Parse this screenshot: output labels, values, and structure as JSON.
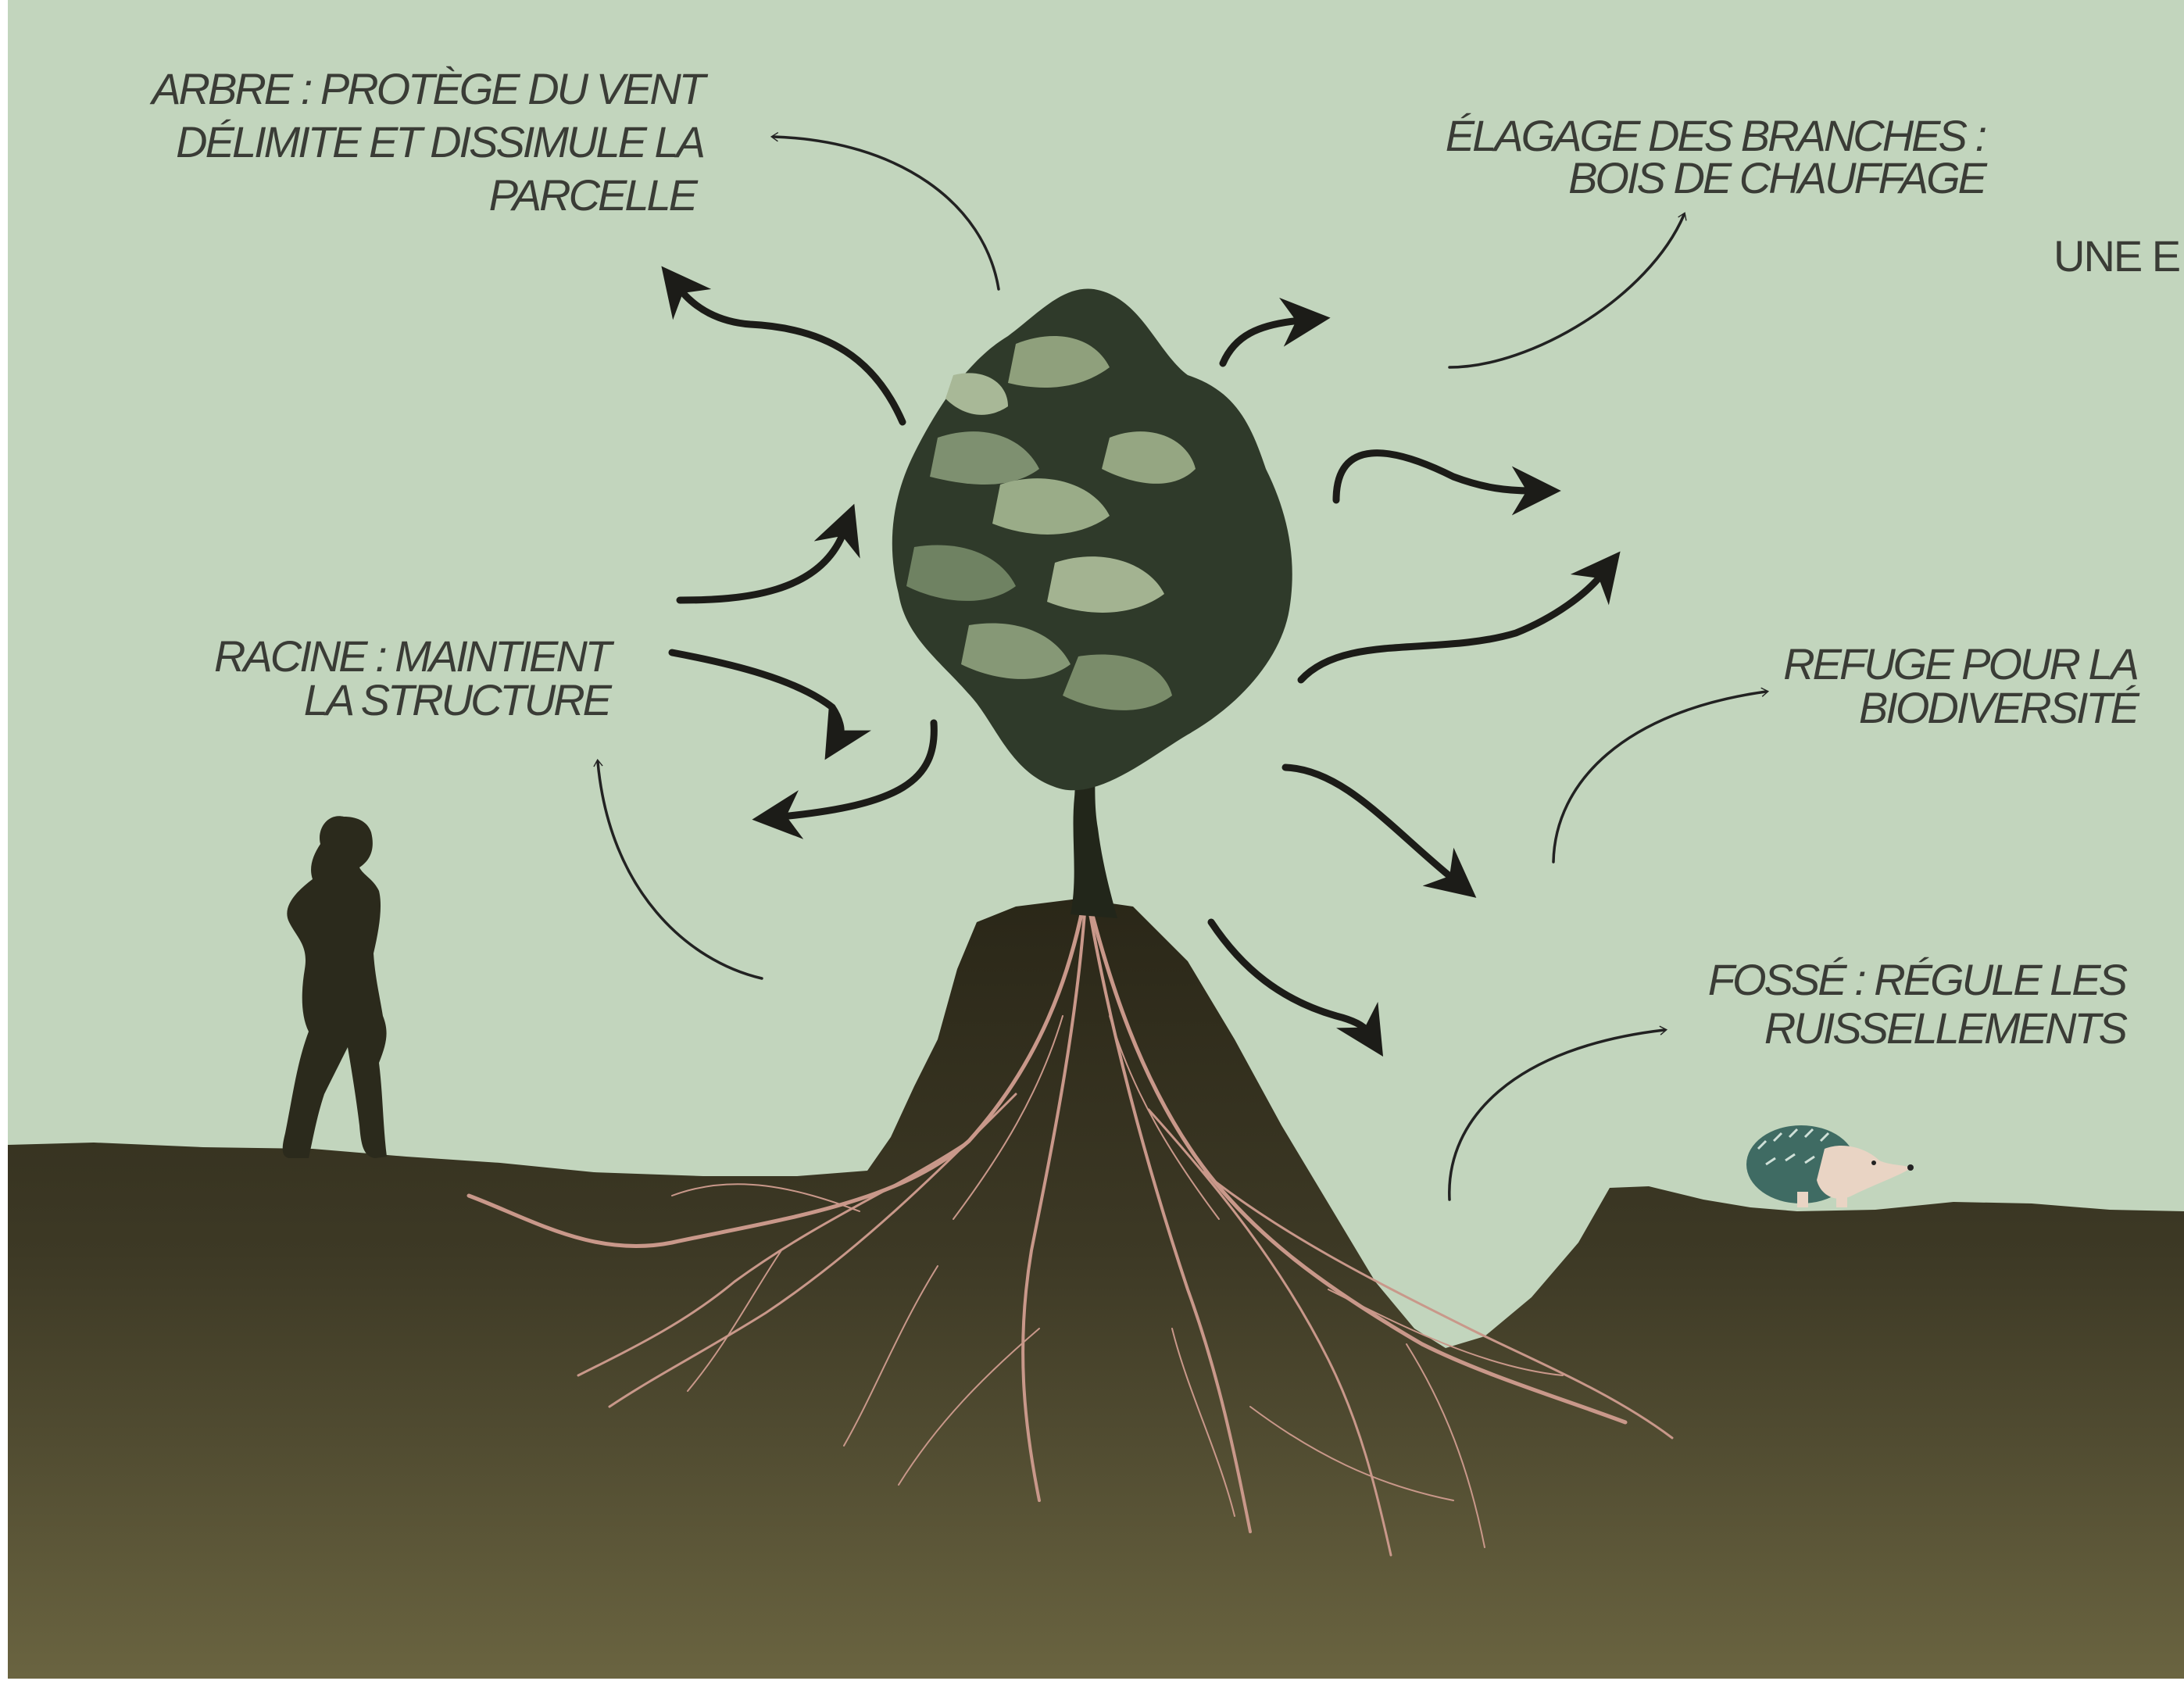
{
  "labels": {
    "arbre": [
      "ARBRE : PROTÈGE DU VENT",
      "DÉLIMITE ET DISSIMULE LA",
      "PARCELLE"
    ],
    "elagage": [
      "ÉLAGAGE DES BRANCHES :",
      "BOIS DE CHAUFFAGE"
    ],
    "racine": [
      "RACINE : MAINTIENT",
      "LA STRUCTURE"
    ],
    "refuge": [
      "REFUGE POUR LA",
      "BIODIVERSITÉ"
    ],
    "fosse": [
      "FOSSÉ : RÉGULE LES",
      "RUISSELLEMENTS"
    ],
    "cut_title": "UNE E"
  },
  "colors": {
    "sky": "#c2d5bd",
    "soil_top": "#2a2718",
    "soil_bottom": "#6b6541",
    "roots": "#c9988a",
    "text": "#3a3c36",
    "silhouette": "#2b2a1c"
  },
  "icons": {
    "person": "person-silhouette",
    "tree": "tree-illustration",
    "hedgehog": "hedgehog-illustration"
  }
}
